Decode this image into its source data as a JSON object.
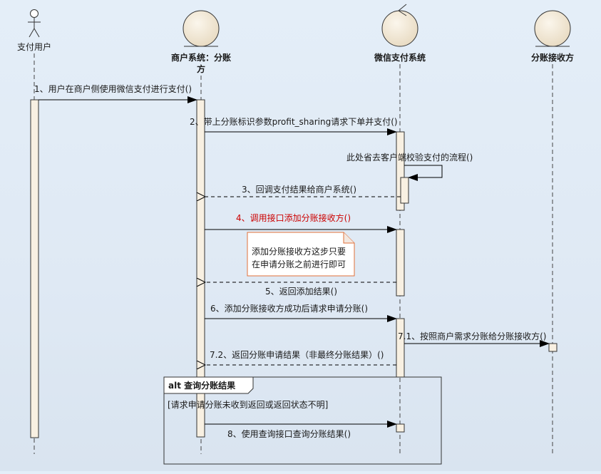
{
  "participants": {
    "user": "支付用户",
    "merchant_line1": "商户系统：分账",
    "merchant_line2": "方",
    "wechat": "微信支付系统",
    "receiver": "分账接收方"
  },
  "messages": {
    "m1": "1、用户在商户侧使用微信支付进行支付()",
    "m2": "2、带上分账标识参数profit_sharing请求下单并支付()",
    "self_call": "此处省去客户端校验支付的流程()",
    "m3": "3、回调支付结果给商户系统()",
    "m4": "4、调用接口添加分账接收方()",
    "m5": "5、返回添加结果()",
    "m6": "6、添加分账接收方成功后请求申请分账()",
    "m71": "7.1、按照商户需求分账给分账接收方()",
    "m72": "7.2、返回分账申请结果（非最终分账结果）()",
    "m8": "8、使用查询接口查询分账结果()"
  },
  "note": {
    "line1": "添加分账接收方这步只要",
    "line2": "在申请分账之前进行即可"
  },
  "fragment": {
    "title": "alt 查询分账结果",
    "guard": "[请求申请分账未收到返回或返回状态不明]"
  },
  "colors": {
    "highlight_message": "#cc0000",
    "activation_fill": "#f8f0e2",
    "note_fill": "#ffffff",
    "note_border": "#e0703a",
    "lifeline": "#444444"
  }
}
